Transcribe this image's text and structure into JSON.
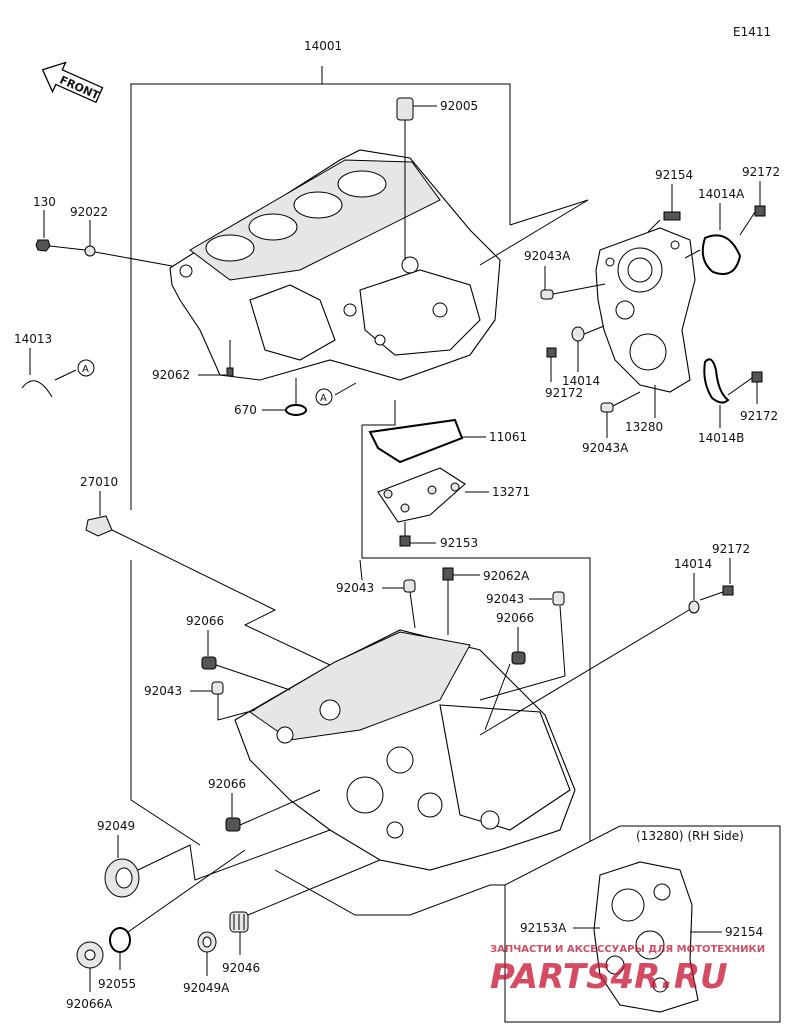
{
  "diagram_code": "E1411",
  "front_label": "FRONT",
  "inset_title": "(13280) (RH Side)",
  "ref_letter": "A",
  "watermark": {
    "line1": "ЗАПЧАСТИ И АКСЕССУАРЫ ДЛЯ МОТОТЕХНИКИ",
    "line2": "PARTS4R.RU",
    "color": "#c8102e"
  },
  "labels": {
    "p14001": "14001",
    "p92005": "92005",
    "p130": "130",
    "p92022": "92022",
    "p92154": "92154",
    "p92172a": "92172",
    "p14014A": "14014A",
    "p92043A_top": "92043A",
    "p14013": "14013",
    "p92062": "92062",
    "p670": "670",
    "p92172b": "92172",
    "p14014a": "14014",
    "p13280": "13280",
    "p92172c": "92172",
    "p14014B": "14014B",
    "p92043A_bot": "92043A",
    "p11061": "11061",
    "p13271": "13271",
    "p92153": "92153",
    "p27010": "27010",
    "p92043a": "92043",
    "p92062A": "92062A",
    "p92043b": "92043",
    "p14014b": "14014",
    "p92172d": "92172",
    "p92066a": "92066",
    "p92066b": "92066",
    "p92043c": "92043",
    "p92066c": "92066",
    "p92049": "92049",
    "p92055": "92055",
    "p92049A": "92049A",
    "p92046": "92046",
    "p92066A": "92066A",
    "p92153A": "92153A",
    "p92154b": "92154"
  }
}
